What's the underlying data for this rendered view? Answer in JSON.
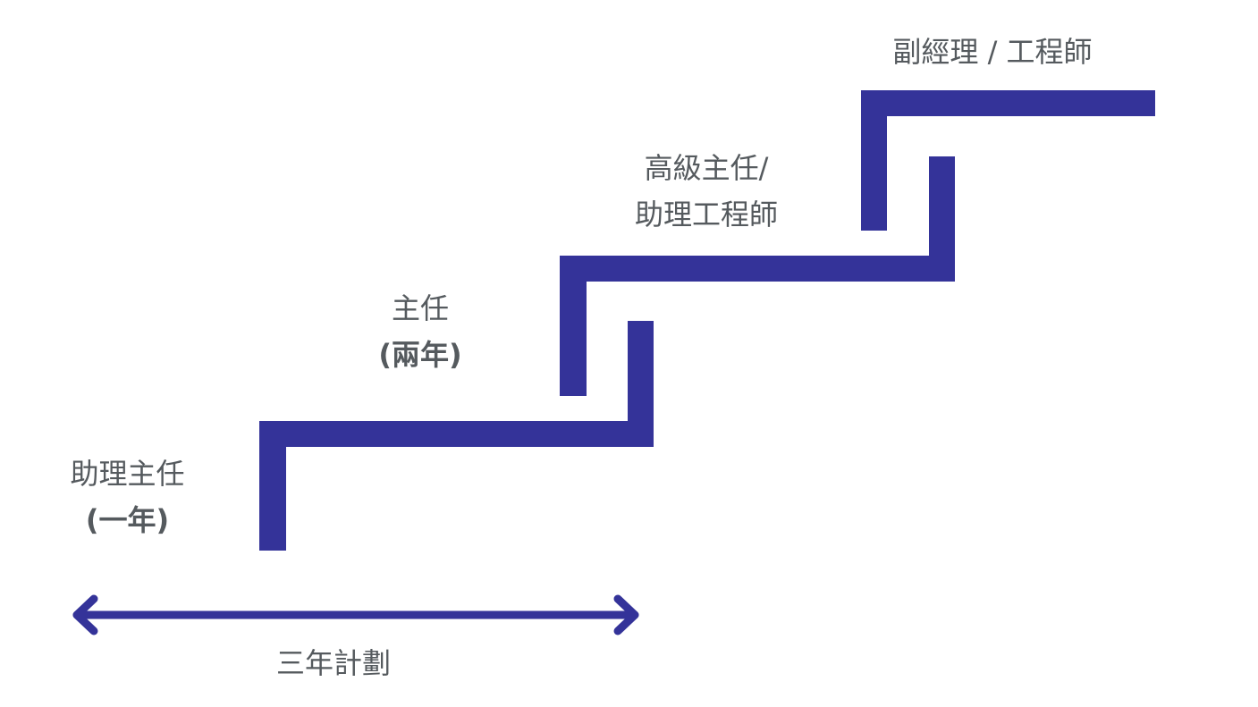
{
  "colors": {
    "stair": "#343399",
    "text": "#555a5e"
  },
  "levels": [
    {
      "line1": "助理主任",
      "line2": "(一年)"
    },
    {
      "line1": "主任",
      "line2": "(兩年)"
    },
    {
      "line1": "高級主任/",
      "line2": "助理工程師"
    },
    {
      "line1": "副經理 / 工程師"
    }
  ],
  "timeline": {
    "label": "三年計劃"
  }
}
